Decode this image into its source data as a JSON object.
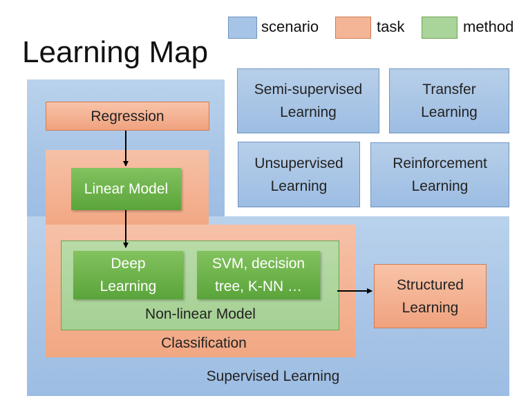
{
  "title": "Learning Map",
  "legend": [
    {
      "label": "scenario",
      "color": "#a6c4e6"
    },
    {
      "label": "task",
      "color": "#f4b596"
    },
    {
      "label": "method",
      "color": "#a9d49a"
    }
  ],
  "scenarios": {
    "semi_supervised": "Semi-supervised Learning",
    "transfer": "Transfer Learning",
    "unsupervised": "Unsupervised Learning",
    "reinforcement": "Reinforcement Learning",
    "supervised": "Supervised Learning"
  },
  "tasks": {
    "regression": "Regression",
    "classification": "Classification",
    "structured": "Structured Learning"
  },
  "methods": {
    "linear_model": "Linear Model",
    "deep_learning": "Deep Learning",
    "svm": "SVM, decision tree, K-NN …",
    "non_linear_model": "Non-linear Model"
  }
}
